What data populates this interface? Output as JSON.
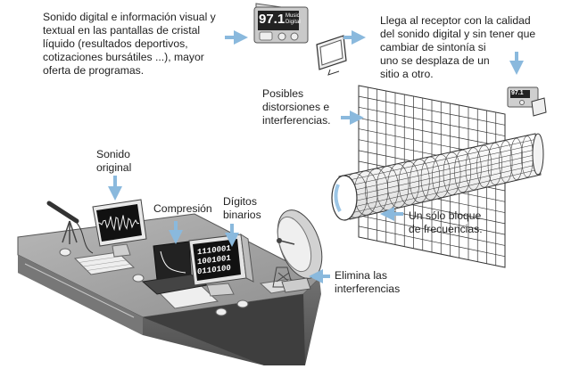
{
  "intro_text": "Sonido digital e información visual y\ntextual en las pantallas de cristal\nlíquido (resultados deportivos,\ncotizaciones bursátiles ...), mayor\noferta de programas.",
  "receiver_text": "Llega al receptor con la calidad\ndel sonido digital y sin tener que\ncambiar de sintonía si\nuno se desplaza de un\nsitio a otro.",
  "distortion_text": "Posibles\ndistorsiones e\ninterferencias.",
  "frequency_block_text": "Un sólo bloque\nde frecuencias.",
  "original_sound_text": "Sonido\noriginal",
  "compression_text": "Compresión",
  "binary_digits_text": "Dígitos\nbinarios",
  "interference_removal_text": "Elimina las\ninterferencias",
  "radio_display": {
    "frequency": "97.1",
    "station_line1": "Music",
    "station_line2": "Digital"
  },
  "small_radio_display": {
    "frequency": "97.1"
  },
  "binary_screen": [
    "1110001",
    "1001001",
    "0110100"
  ],
  "colors": {
    "arrow": "#8ab9dd",
    "desk": "#9a9a9a",
    "desk_dark": "#6e6e6e",
    "grid": "#333333",
    "tube_highlight": "#9cc6e6"
  }
}
